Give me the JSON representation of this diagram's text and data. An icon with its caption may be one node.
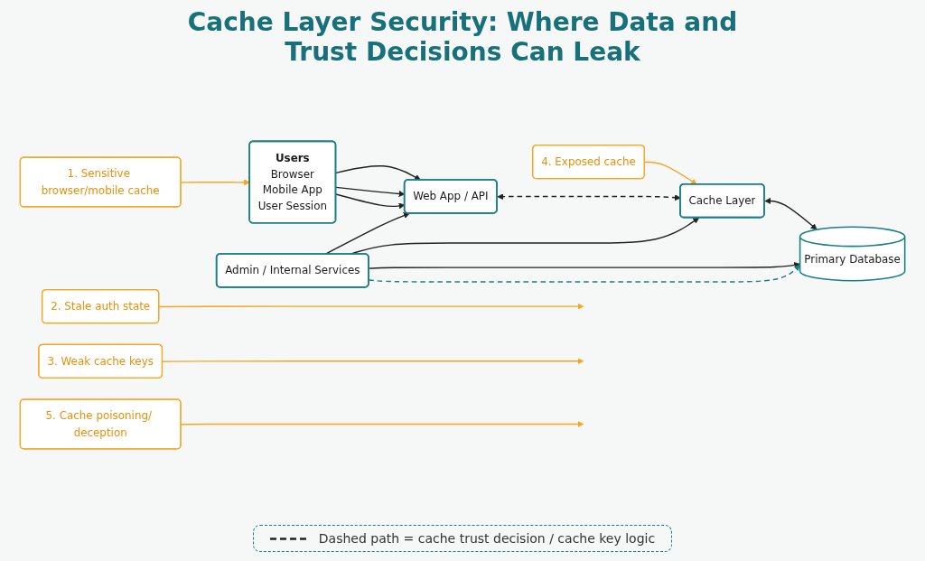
{
  "diagram": {
    "title": "Cache Layer Security: Where Data and Trust Decisions Can Leak",
    "nodes": [
      {
        "text": [
          "1. Sensitive browser/mobile cache"
        ]
      },
      {
        "text": [
          "2. Stale auth state"
        ]
      },
      {
        "text": [
          "3. Weak cache keys"
        ]
      },
      {
        "text": [
          "4. Exposed cache"
        ]
      },
      {
        "text": [
          "Users",
          "Browser",
          "Mobile App",
          "User Session"
        ]
      },
      {
        "text": [
          "Web App / API"
        ]
      },
      {
        "text": [
          "Cache Layer"
        ]
      },
      {
        "text": [
          "Primary Database"
        ]
      },
      {
        "text": [
          "5. Cache poisoning/ deception"
        ]
      },
      {
        "text": [
          "Admin / Internal Services"
        ]
      }
    ],
    "edges": [
      {
        "from": 4,
        "to": 5,
        "arrow": "to"
      },
      {
        "from": 4,
        "to": 5,
        "arrow": "to"
      },
      {
        "from": 4,
        "to": 5,
        "arrow": "to"
      },
      {
        "from": 5,
        "to": 6,
        "arrow": "both",
        "style": "dashed"
      },
      {
        "from": 6,
        "to": 7,
        "arrow": "both"
      },
      {
        "from": 9,
        "to": 5,
        "arrow": "to"
      },
      {
        "from": 9,
        "to": 6,
        "arrow": "to"
      },
      {
        "from": 9,
        "to": 7,
        "arrow": "to"
      },
      {
        "from": 9,
        "to": 7,
        "arrow": "to",
        "style": "dashed",
        "color": "#1b7f86"
      },
      {
        "from": 0,
        "to": 4,
        "arrow": "to",
        "color": "#f5a623"
      },
      {
        "from": 1,
        "to": null,
        "arrow": "to",
        "color": "#f5a623"
      },
      {
        "from": 2,
        "to": null,
        "arrow": "to",
        "color": "#f5a623"
      },
      {
        "from": 3,
        "to": 6,
        "arrow": "to",
        "color": "#f5a623"
      },
      {
        "from": 8,
        "to": null,
        "arrow": "to",
        "color": "#f5a623"
      }
    ],
    "legend": [
      {
        "text": "Dashed path = cache trust decision / cache key logic"
      }
    ]
  }
}
